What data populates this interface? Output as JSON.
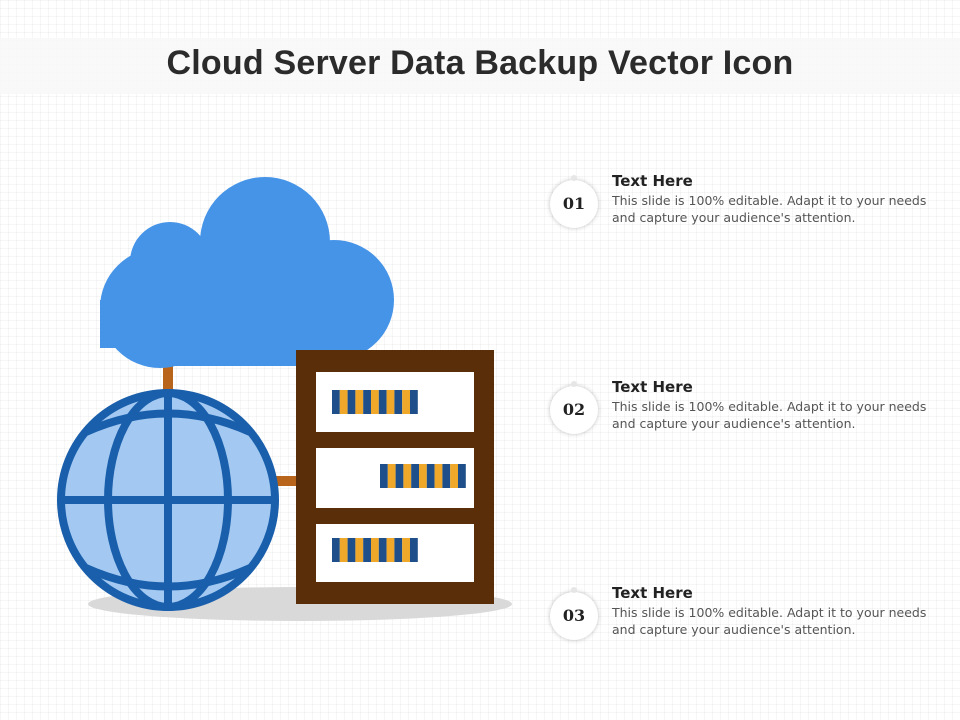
{
  "title": "Cloud Server Data Backup Vector Icon",
  "colors": {
    "cloud": "#4694e8",
    "globe_fill": "#a3c9f2",
    "globe_lines": "#1a5fab",
    "server_frame": "#5a2e08",
    "connector": "#b8651b",
    "shadow": "#d9d9d9",
    "light_navy": "#1f4f8a",
    "light_gold": "#f0a82a"
  },
  "icons": {
    "cloud": "cloud-icon",
    "globe": "globe-icon",
    "server": "server-rack-icon"
  },
  "items": [
    {
      "number": "01",
      "heading": "Text Here",
      "body": "This slide is 100% editable. Adapt it to your needs and capture your audience's attention."
    },
    {
      "number": "02",
      "heading": "Text Here",
      "body": "This slide is 100% editable. Adapt it to your needs and capture your audience's attention."
    },
    {
      "number": "03",
      "heading": "Text Here",
      "body": "This slide is 100% editable. Adapt it to your needs and capture your audience's attention."
    }
  ]
}
